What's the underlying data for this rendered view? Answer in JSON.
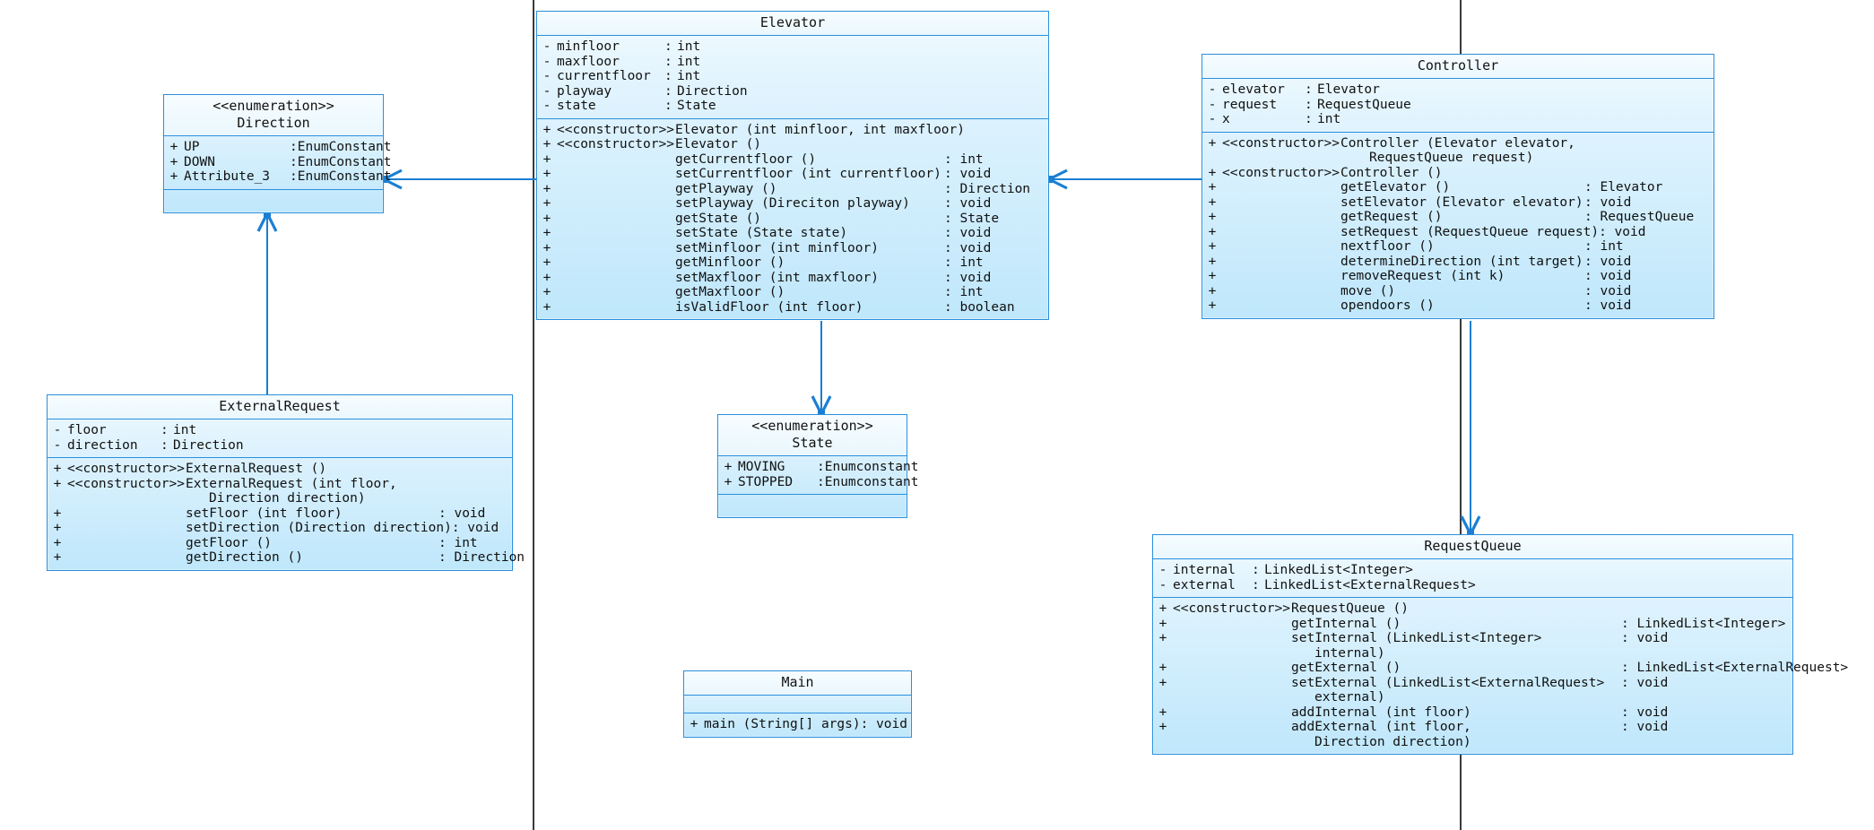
{
  "diagram": {
    "kind": "UML class diagram",
    "colors": {
      "border": "#2b8fdd",
      "fill_top": "#f2fbff",
      "fill_bottom": "#bfe7fb",
      "link": "#1a7fd4",
      "page_divider": "#3a3a3a",
      "text": "#111111"
    }
  },
  "classes": {
    "direction": {
      "stereotype": "<<enumeration>>",
      "name": "Direction",
      "attributes": [
        {
          "vis": "+",
          "name": "UP",
          "sep": ":",
          "type": "EnumConstant"
        },
        {
          "vis": "+",
          "name": "DOWN",
          "sep": ":",
          "type": "EnumConstant"
        },
        {
          "vis": "+",
          "name": "Attribute_3",
          "sep": ":",
          "type": "EnumConstant"
        }
      ],
      "operations": []
    },
    "elevator": {
      "stereotype": "",
      "name": "Elevator",
      "attributes": [
        {
          "vis": "-",
          "name": "minfloor",
          "sep": ":",
          "type": "int"
        },
        {
          "vis": "-",
          "name": "maxfloor",
          "sep": ":",
          "type": "int"
        },
        {
          "vis": "-",
          "name": "currentfloor",
          "sep": ":",
          "type": "int"
        },
        {
          "vis": "-",
          "name": "playway",
          "sep": ":",
          "type": "Direction"
        },
        {
          "vis": "-",
          "name": "state",
          "sep": ":",
          "type": "State"
        }
      ],
      "operations": [
        {
          "vis": "+",
          "stereo": "<<constructor>>",
          "sig": "Elevator (int minfloor, int maxfloor)",
          "ret": ""
        },
        {
          "vis": "+",
          "stereo": "<<constructor>>",
          "sig": "Elevator ()",
          "ret": ""
        },
        {
          "vis": "+",
          "stereo": "",
          "sig": "getCurrentfloor ()",
          "ret": ": int"
        },
        {
          "vis": "+",
          "stereo": "",
          "sig": "setCurrentfloor (int currentfloor)",
          "ret": ": void"
        },
        {
          "vis": "+",
          "stereo": "",
          "sig": "getPlayway ()",
          "ret": ": Direction"
        },
        {
          "vis": "+",
          "stereo": "",
          "sig": "setPlayway (Direciton playway)",
          "ret": ": void"
        },
        {
          "vis": "+",
          "stereo": "",
          "sig": "getState ()",
          "ret": ": State"
        },
        {
          "vis": "+",
          "stereo": "",
          "sig": "setState (State state)",
          "ret": ": void"
        },
        {
          "vis": "+",
          "stereo": "",
          "sig": "setMinfloor (int minfloor)",
          "ret": ": void"
        },
        {
          "vis": "+",
          "stereo": "",
          "sig": "getMinfloor ()",
          "ret": ": int"
        },
        {
          "vis": "+",
          "stereo": "",
          "sig": "setMaxfloor (int maxfloor)",
          "ret": ": void"
        },
        {
          "vis": "+",
          "stereo": "",
          "sig": "getMaxfloor ()",
          "ret": ": int"
        },
        {
          "vis": "+",
          "stereo": "",
          "sig": "isValidFloor (int floor)",
          "ret": ": boolean"
        }
      ]
    },
    "controller": {
      "stereotype": "",
      "name": "Controller",
      "attributes": [
        {
          "vis": "-",
          "name": "elevator",
          "sep": ":",
          "type": "Elevator"
        },
        {
          "vis": "-",
          "name": "request",
          "sep": ":",
          "type": "RequestQueue"
        },
        {
          "vis": "-",
          "name": "x",
          "sep": ":",
          "type": "int"
        }
      ],
      "operations": [
        {
          "vis": "+",
          "stereo": "<<constructor>>",
          "sig": "Controller (Elevator elevator,",
          "ret": "",
          "cont": "RequestQueue request)"
        },
        {
          "vis": "+",
          "stereo": "<<constructor>>",
          "sig": "Controller ()",
          "ret": ""
        },
        {
          "vis": "+",
          "stereo": "",
          "sig": "getElevator ()",
          "ret": ": Elevator"
        },
        {
          "vis": "+",
          "stereo": "",
          "sig": "setElevator (Elevator elevator)",
          "ret": ": void"
        },
        {
          "vis": "+",
          "stereo": "",
          "sig": "getRequest ()",
          "ret": ": RequestQueue"
        },
        {
          "vis": "+",
          "stereo": "",
          "sig": "setRequest (RequestQueue request)",
          "ret": ": void"
        },
        {
          "vis": "+",
          "stereo": "",
          "sig": "nextfloor ()",
          "ret": ": int"
        },
        {
          "vis": "+",
          "stereo": "",
          "sig": "determineDirection (int target)",
          "ret": ": void"
        },
        {
          "vis": "+",
          "stereo": "",
          "sig": "removeRequest (int k)",
          "ret": ": void"
        },
        {
          "vis": "+",
          "stereo": "",
          "sig": "move ()",
          "ret": ": void"
        },
        {
          "vis": "+",
          "stereo": "",
          "sig": "opendoors ()",
          "ret": ": void"
        }
      ]
    },
    "external_request": {
      "stereotype": "",
      "name": "ExternalRequest",
      "attributes": [
        {
          "vis": "-",
          "name": "floor",
          "sep": ":",
          "type": "int"
        },
        {
          "vis": "-",
          "name": "direction",
          "sep": ":",
          "type": "Direction"
        }
      ],
      "operations": [
        {
          "vis": "+",
          "stereo": "<<constructor>>",
          "sig": "ExternalRequest ()",
          "ret": ""
        },
        {
          "vis": "+",
          "stereo": "<<constructor>>",
          "sig": "ExternalRequest (int floor,",
          "ret": "",
          "cont": "Direction direction)"
        },
        {
          "vis": "+",
          "stereo": "",
          "sig": "setFloor (int floor)",
          "ret": ": void"
        },
        {
          "vis": "+",
          "stereo": "",
          "sig": "setDirection (Direction direction)",
          "ret": ": void"
        },
        {
          "vis": "+",
          "stereo": "",
          "sig": "getFloor ()",
          "ret": ": int"
        },
        {
          "vis": "+",
          "stereo": "",
          "sig": "getDirection ()",
          "ret": ": Direction"
        }
      ]
    },
    "state": {
      "stereotype": "<<enumeration>>",
      "name": "State",
      "attributes": [
        {
          "vis": "+",
          "name": "MOVING",
          "sep": ":",
          "type": "Enumconstant"
        },
        {
          "vis": "+",
          "name": "STOPPED",
          "sep": ":",
          "type": "Enumconstant"
        }
      ],
      "operations": []
    },
    "main": {
      "stereotype": "",
      "name": "Main",
      "attributes": [],
      "operations": [
        {
          "vis": "+",
          "stereo": "",
          "sig": "main (String[] args)",
          "ret": ": void"
        }
      ]
    },
    "request_queue": {
      "stereotype": "",
      "name": "RequestQueue",
      "attributes": [
        {
          "vis": "-",
          "name": "internal",
          "sep": ":",
          "type": "LinkedList<Integer>"
        },
        {
          "vis": "-",
          "name": "external",
          "sep": ":",
          "type": "LinkedList<ExternalRequest>"
        }
      ],
      "operations": [
        {
          "vis": "+",
          "stereo": "<<constructor>>",
          "sig": "RequestQueue ()",
          "ret": ""
        },
        {
          "vis": "+",
          "stereo": "",
          "sig": "getInternal ()",
          "ret": ": LinkedList<Integer>"
        },
        {
          "vis": "+",
          "stereo": "",
          "sig": "setInternal (LinkedList<Integer>",
          "ret": ": void",
          "cont": "internal)"
        },
        {
          "vis": "+",
          "stereo": "",
          "sig": "getExternal ()",
          "ret": ": LinkedList<ExternalRequest>"
        },
        {
          "vis": "+",
          "stereo": "",
          "sig": "setExternal (LinkedList<ExternalRequest>",
          "ret": ": void",
          "cont": "external)"
        },
        {
          "vis": "+",
          "stereo": "",
          "sig": "addInternal (int floor)",
          "ret": ": void"
        },
        {
          "vis": "+",
          "stereo": "",
          "sig": "addExternal (int floor,",
          "ret": ": void",
          "cont": "Direction direction)"
        }
      ]
    }
  },
  "relations": [
    {
      "name": "elevator-uses-direction",
      "from": "Elevator",
      "to": "Direction",
      "style": "association-arrow"
    },
    {
      "name": "externalrequest-uses-direction",
      "from": "ExternalRequest",
      "to": "Direction",
      "style": "association-arrow"
    },
    {
      "name": "controller-uses-elevator",
      "from": "Controller",
      "to": "Elevator",
      "style": "association-arrow"
    },
    {
      "name": "elevator-uses-state",
      "from": "Elevator",
      "to": "State",
      "style": "association-arrow"
    },
    {
      "name": "controller-uses-requestqueue",
      "from": "Controller",
      "to": "RequestQueue",
      "style": "association-arrow"
    }
  ]
}
